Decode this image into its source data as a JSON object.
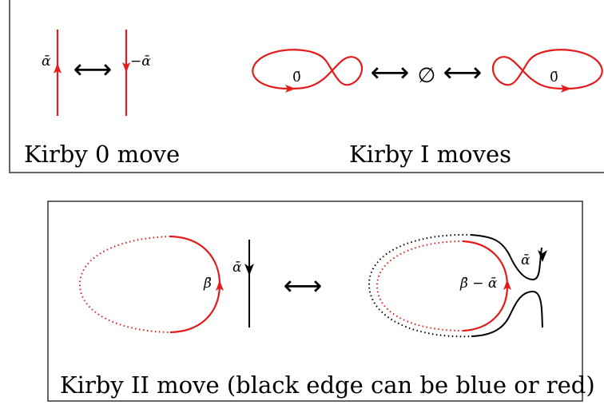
{
  "colors": {
    "red": "#e31b1b",
    "black": "#000000",
    "frame": "#333333"
  },
  "top_panel": {
    "kirby0": {
      "label_left": "ᾱ",
      "label_right": "−ᾱ",
      "arrow": "⟷",
      "caption": "Kirby 0 move"
    },
    "kirby1": {
      "label_left_loop": "0̄",
      "label_right_loop": "0̄",
      "arrow_left": "⟷",
      "emptyset": "∅",
      "arrow_right": "⟷",
      "caption": "Kirby I moves"
    }
  },
  "bottom_panel": {
    "left_ellipse_label": "β̄",
    "vertical_label": "ᾱ",
    "arrow": "⟷",
    "right_label_combined": "β̄ − ᾱ",
    "right_label_alpha": "ᾱ",
    "caption": "Kirby II move (black edge can be blue or red)"
  }
}
